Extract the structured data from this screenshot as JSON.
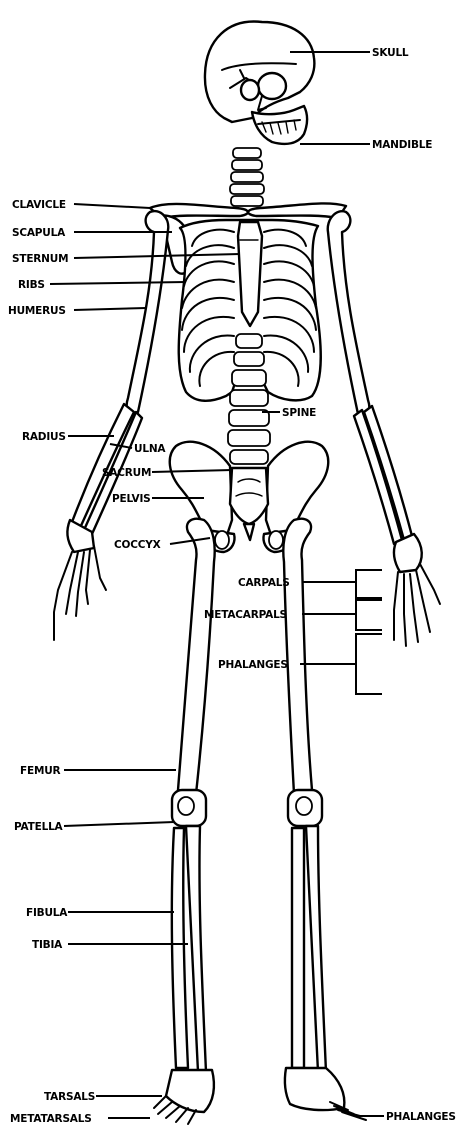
{
  "labels": {
    "skull": "SKULL",
    "mandible": "MANDIBLE",
    "clavicle": "CLAVICLE",
    "scapula": "SCAPULA",
    "sternum": "STERNUM",
    "ribs": "RIBS",
    "humerus": "HUMERUS",
    "spine": "SPINE",
    "radius": "RADIUS",
    "ulna": "ULNA",
    "sacrum": "SACRUM",
    "pelvis": "PELVIS",
    "coccyx": "COCCYX",
    "carpals": "CARPALS",
    "metacarpals": "METACARPALS",
    "phalanges_hand": "PHALANGES",
    "femur": "FEMUR",
    "patella": "PATELLA",
    "fibula": "FIBULA",
    "tibia": "TIBIA",
    "tarsals": "TARSALS",
    "metatarsals": "METATARSALS",
    "phalanges_foot": "PHALANGES"
  }
}
